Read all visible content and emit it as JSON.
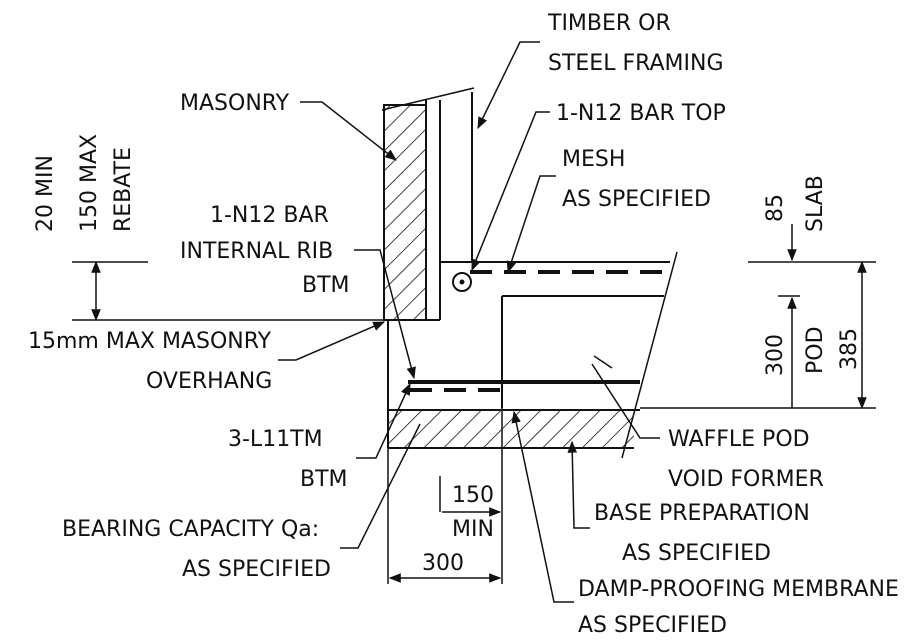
{
  "labels": {
    "timber_l1": "TIMBER OR",
    "timber_l2": "STEEL FRAMING",
    "masonry": "MASONRY",
    "bar_top": "1-N12 BAR TOP",
    "mesh_l1": "MESH",
    "mesh_l2": "AS SPECIFIED",
    "rebate_l1": "20 MIN",
    "rebate_l2": "150 MAX",
    "rebate_l3": "REBATE",
    "rib_l1": "1-N12 BAR",
    "rib_l2": "INTERNAL RIB",
    "rib_l3": "BTM",
    "dim_85": "85",
    "slab": "SLAB",
    "overhang_l1": "15mm MAX MASONRY",
    "overhang_l2": "OVERHANG",
    "dim_300_pod": "300",
    "pod": "POD",
    "dim_385": "385",
    "l11_l1": "3-L11TM",
    "l11_l2": "BTM",
    "waffle_l1": "WAFFLE POD",
    "waffle_l2": "VOID FORMER",
    "dim_150": "150",
    "min": "MIN",
    "bearing_l1": "BEARING CAPACITY Qa:",
    "bearing_l2": "AS SPECIFIED",
    "base_l1": "BASE PREPARATION",
    "base_l2": "AS SPECIFIED",
    "dim_300_beam": "300",
    "damp_l1": "DAMP-PROOFING MEMBRANE",
    "damp_l2": "AS SPECIFIED"
  }
}
